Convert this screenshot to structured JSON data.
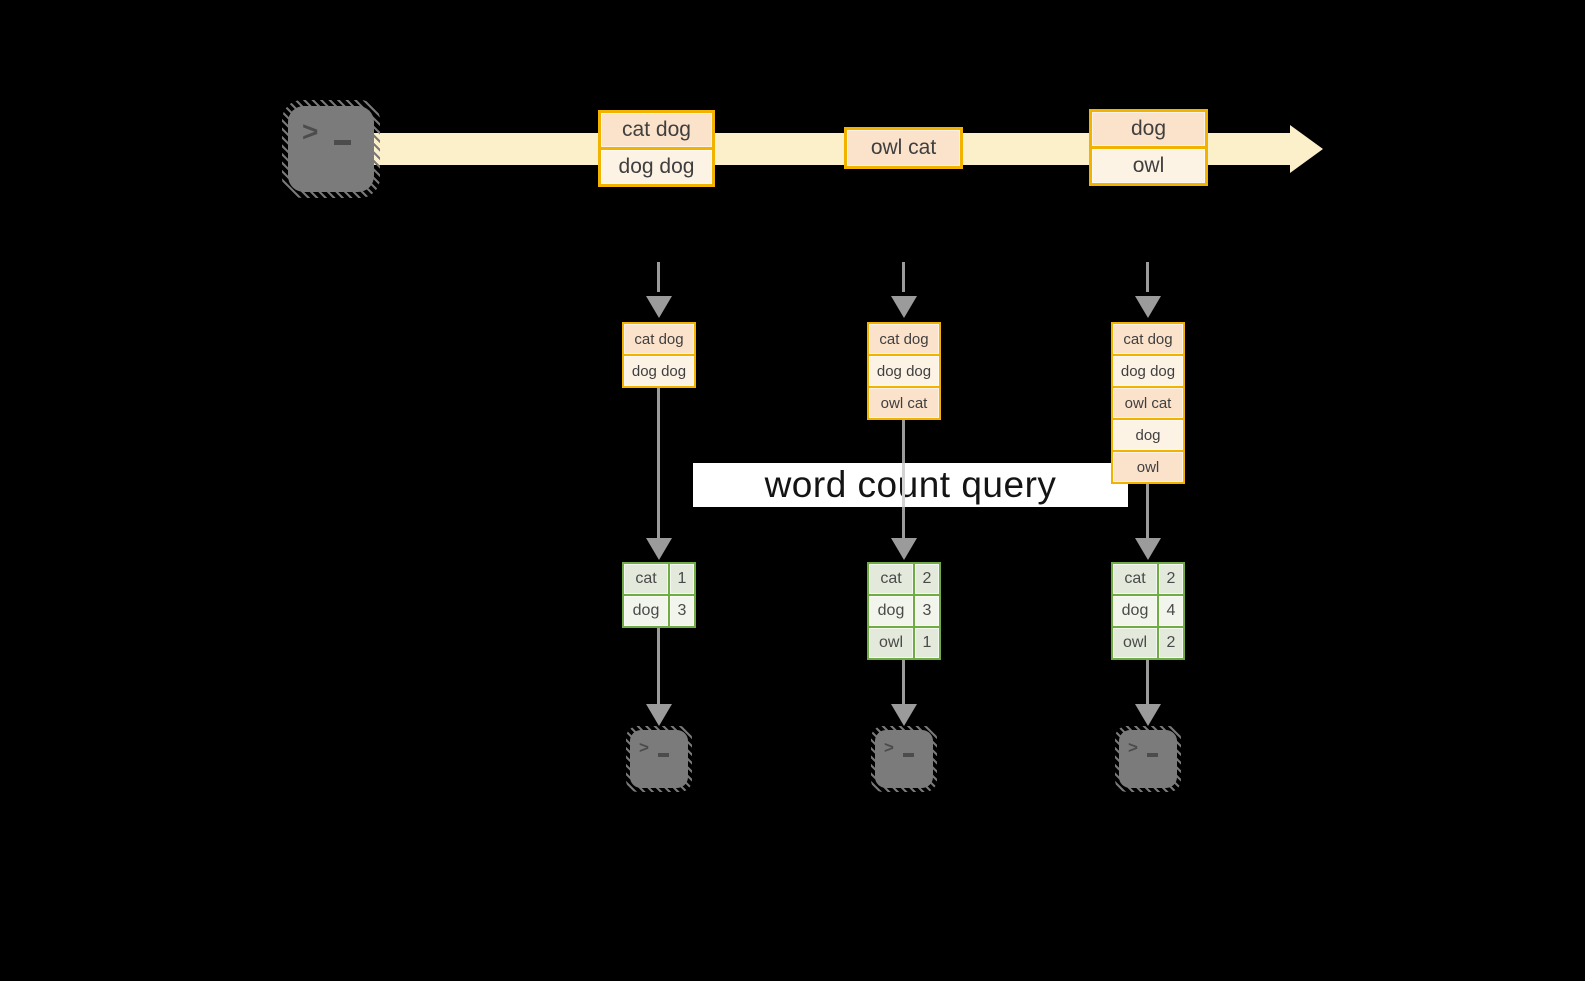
{
  "diagram": {
    "query_label": "word count query",
    "prompt_glyph": ">",
    "stream_batches": [
      {
        "messages": [
          "cat dog",
          "dog dog"
        ]
      },
      {
        "messages": [
          "owl cat"
        ]
      },
      {
        "messages": [
          "dog",
          "owl"
        ]
      }
    ],
    "columns": [
      {
        "buffer": [
          "cat dog",
          "dog dog"
        ],
        "counts": [
          {
            "word": "cat",
            "count": "1"
          },
          {
            "word": "dog",
            "count": "3"
          }
        ]
      },
      {
        "buffer": [
          "cat dog",
          "dog dog",
          "owl cat"
        ],
        "counts": [
          {
            "word": "cat",
            "count": "2"
          },
          {
            "word": "dog",
            "count": "3"
          },
          {
            "word": "owl",
            "count": "1"
          }
        ]
      },
      {
        "buffer": [
          "cat dog",
          "dog dog",
          "owl cat",
          "dog",
          "owl"
        ],
        "counts": [
          {
            "word": "cat",
            "count": "2"
          },
          {
            "word": "dog",
            "count": "4"
          },
          {
            "word": "owl",
            "count": "2"
          }
        ]
      }
    ],
    "colors": {
      "stream_band": "#fbf0ca",
      "batch_border": "#f2b200",
      "batch_fill_peach": "#fbe2cb",
      "batch_fill_cream": "#fdf3e5",
      "table_border": "#6fad44",
      "table_fill_dark": "#e3eadb",
      "table_fill_light": "#f2f5ec",
      "arrow_gray": "#9b9b9b",
      "terminal_gray": "#7b7b7b",
      "query_band_bg": "#ffffff"
    }
  }
}
